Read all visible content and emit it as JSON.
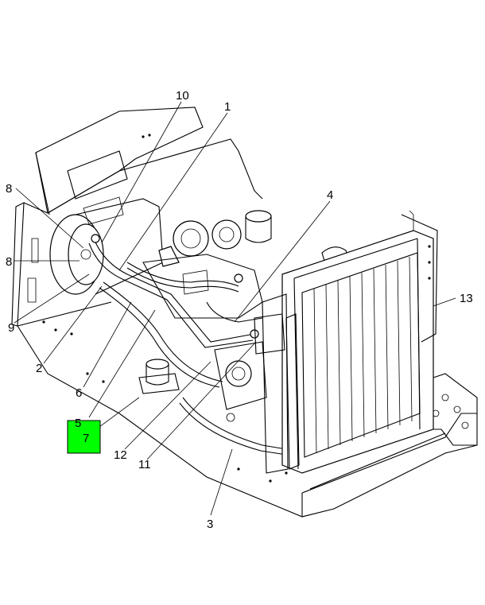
{
  "diagram": {
    "callouts": {
      "c1": "1",
      "c2": "2",
      "c3": "3",
      "c4": "4",
      "c5": "5",
      "c6": "6",
      "c7": "7",
      "c8a": "8",
      "c8b": "8",
      "c9": "9",
      "c10": "10",
      "c11": "11",
      "c12": "12",
      "c13": "13"
    },
    "highlight_color": "#00ff00",
    "highlighted_callout": "7"
  }
}
